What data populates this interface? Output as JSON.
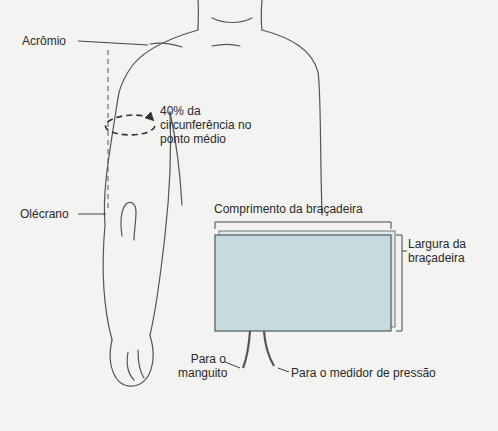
{
  "diagram": {
    "labels": [
      "Acrômio",
      "40% da circunferência no ponto médio",
      "Olécrano",
      "Comprimento da braçadeira",
      "Largura da braçadeira",
      "Para o manguito",
      "Para o medidor de pressão"
    ]
  }
}
